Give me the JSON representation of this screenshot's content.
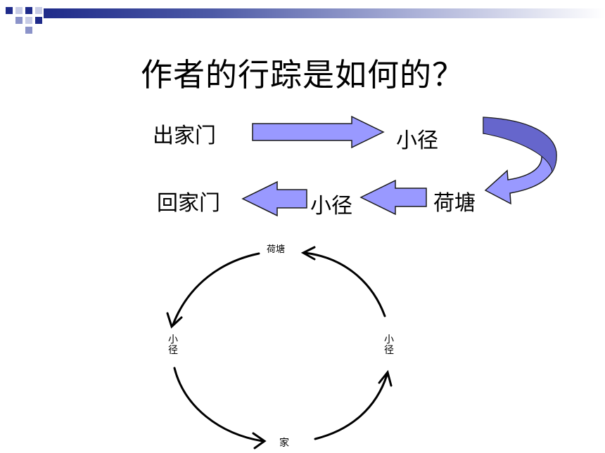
{
  "slide": {
    "title": "作者的行踪是如何的？",
    "flow": {
      "start": "出家门",
      "path1": "小径",
      "pond": "荷塘",
      "path2": "小径",
      "end": "回家门"
    },
    "cycle": {
      "top": "荷塘",
      "left_c1": "小",
      "left_c2": "径",
      "right_c1": "小",
      "right_c2": "径",
      "bottom": "家"
    }
  },
  "colors": {
    "arrow_fill": "#9999ff",
    "arrow_dark": "#6666cc",
    "header_dark": "#1f2b8a"
  }
}
